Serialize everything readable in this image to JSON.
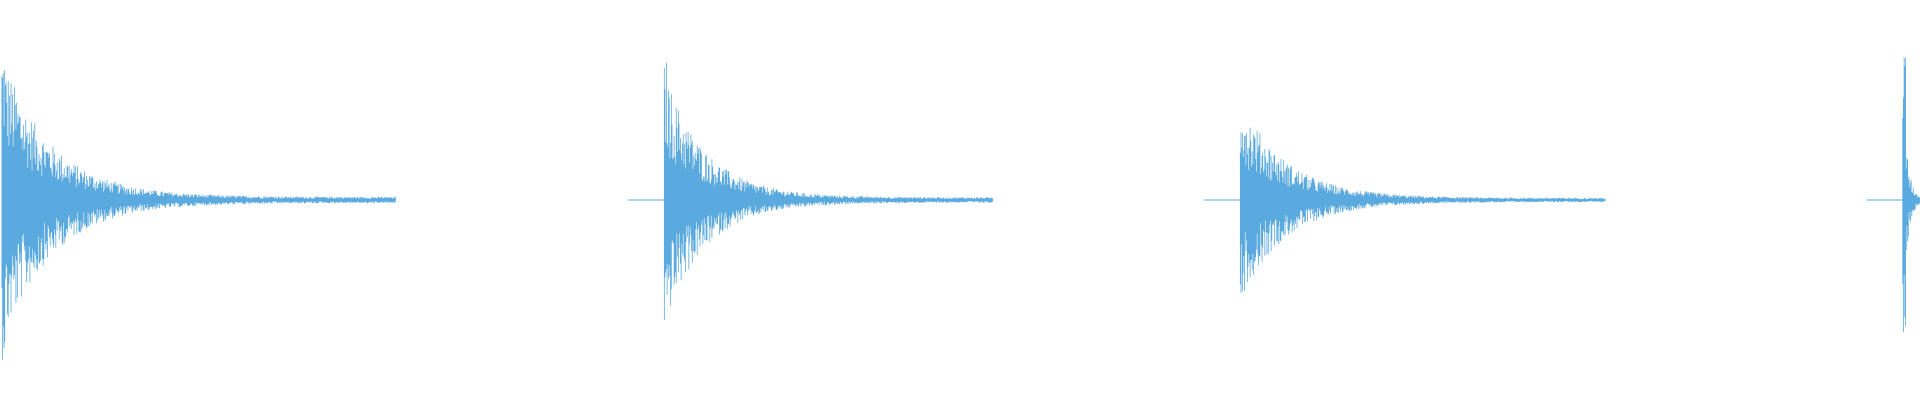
{
  "waveform": {
    "color": "#5aa9df",
    "background": "#ffffff",
    "bursts": [
      {
        "name": "burst-1",
        "start_fraction": 0.001,
        "peak_up": 0.89,
        "peak_down": 0.89,
        "decay_fraction": 0.108
      },
      {
        "name": "burst-2",
        "start_fraction": 0.346,
        "peak_up": 0.78,
        "peak_down": 0.76,
        "decay_fraction": 0.09
      },
      {
        "name": "burst-3",
        "start_fraction": 0.646,
        "peak_up": 0.62,
        "peak_down": 0.6,
        "decay_fraction": 0.1
      },
      {
        "name": "burst-4",
        "start_fraction": 0.991,
        "peak_up": 0.84,
        "peak_down": 0.84,
        "decay_fraction": 0.009
      }
    ]
  }
}
